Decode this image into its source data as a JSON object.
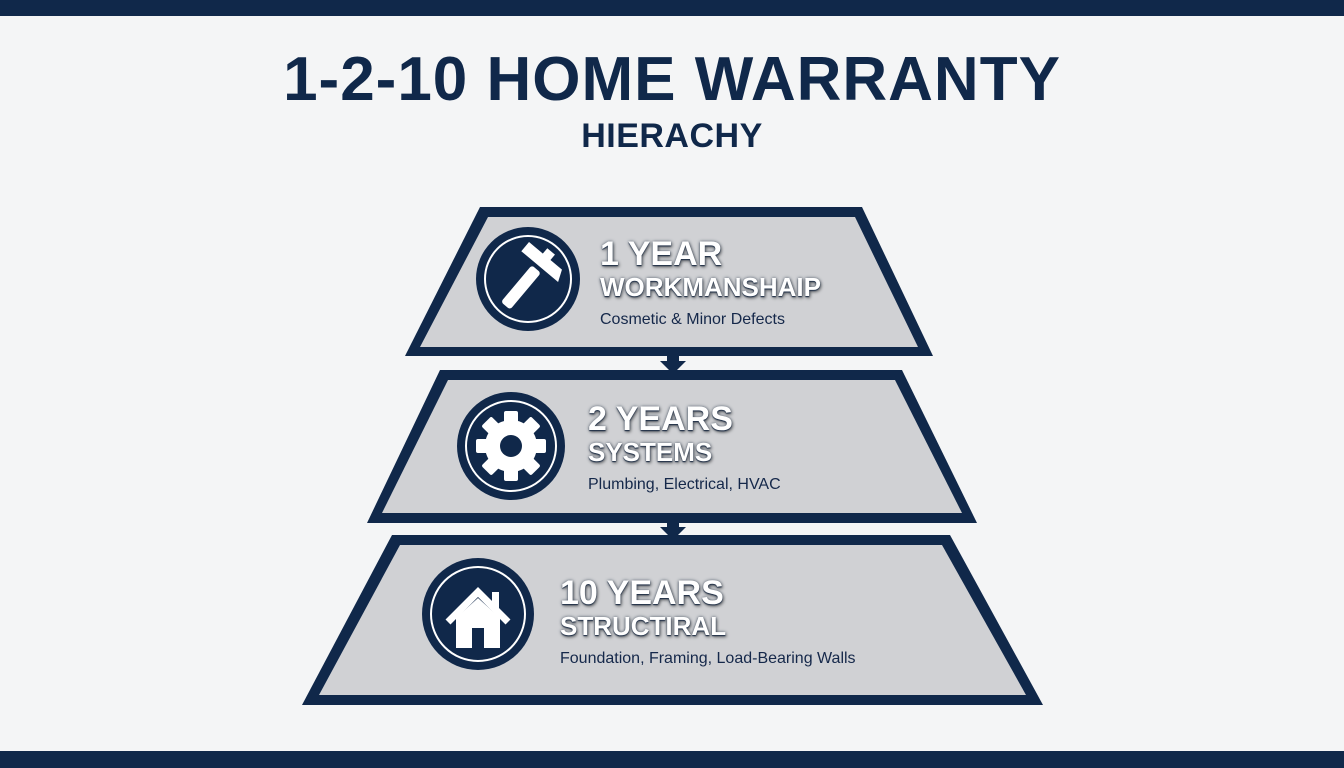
{
  "title": "1-2-10 HOME WARRANTY",
  "subtitle": "HIERACHY",
  "colors": {
    "navy": "#10284a",
    "tier_fill": "#d0d1d4",
    "background": "#f4f5f6"
  },
  "tiers": [
    {
      "years": "1 YEAR",
      "name": "WORKMANSHAIP",
      "description": "Cosmetic & Minor Defects",
      "icon": "hammer-icon"
    },
    {
      "years": "2 YEARS",
      "name": "SYSTEMS",
      "description": "Plumbing, Electrical, HVAC",
      "icon": "gear-icon"
    },
    {
      "years": "10 YEARS",
      "name": "STRUCTIRAL",
      "description": "Foundation, Framing, Load-Bearing Walls",
      "icon": "house-icon"
    }
  ]
}
